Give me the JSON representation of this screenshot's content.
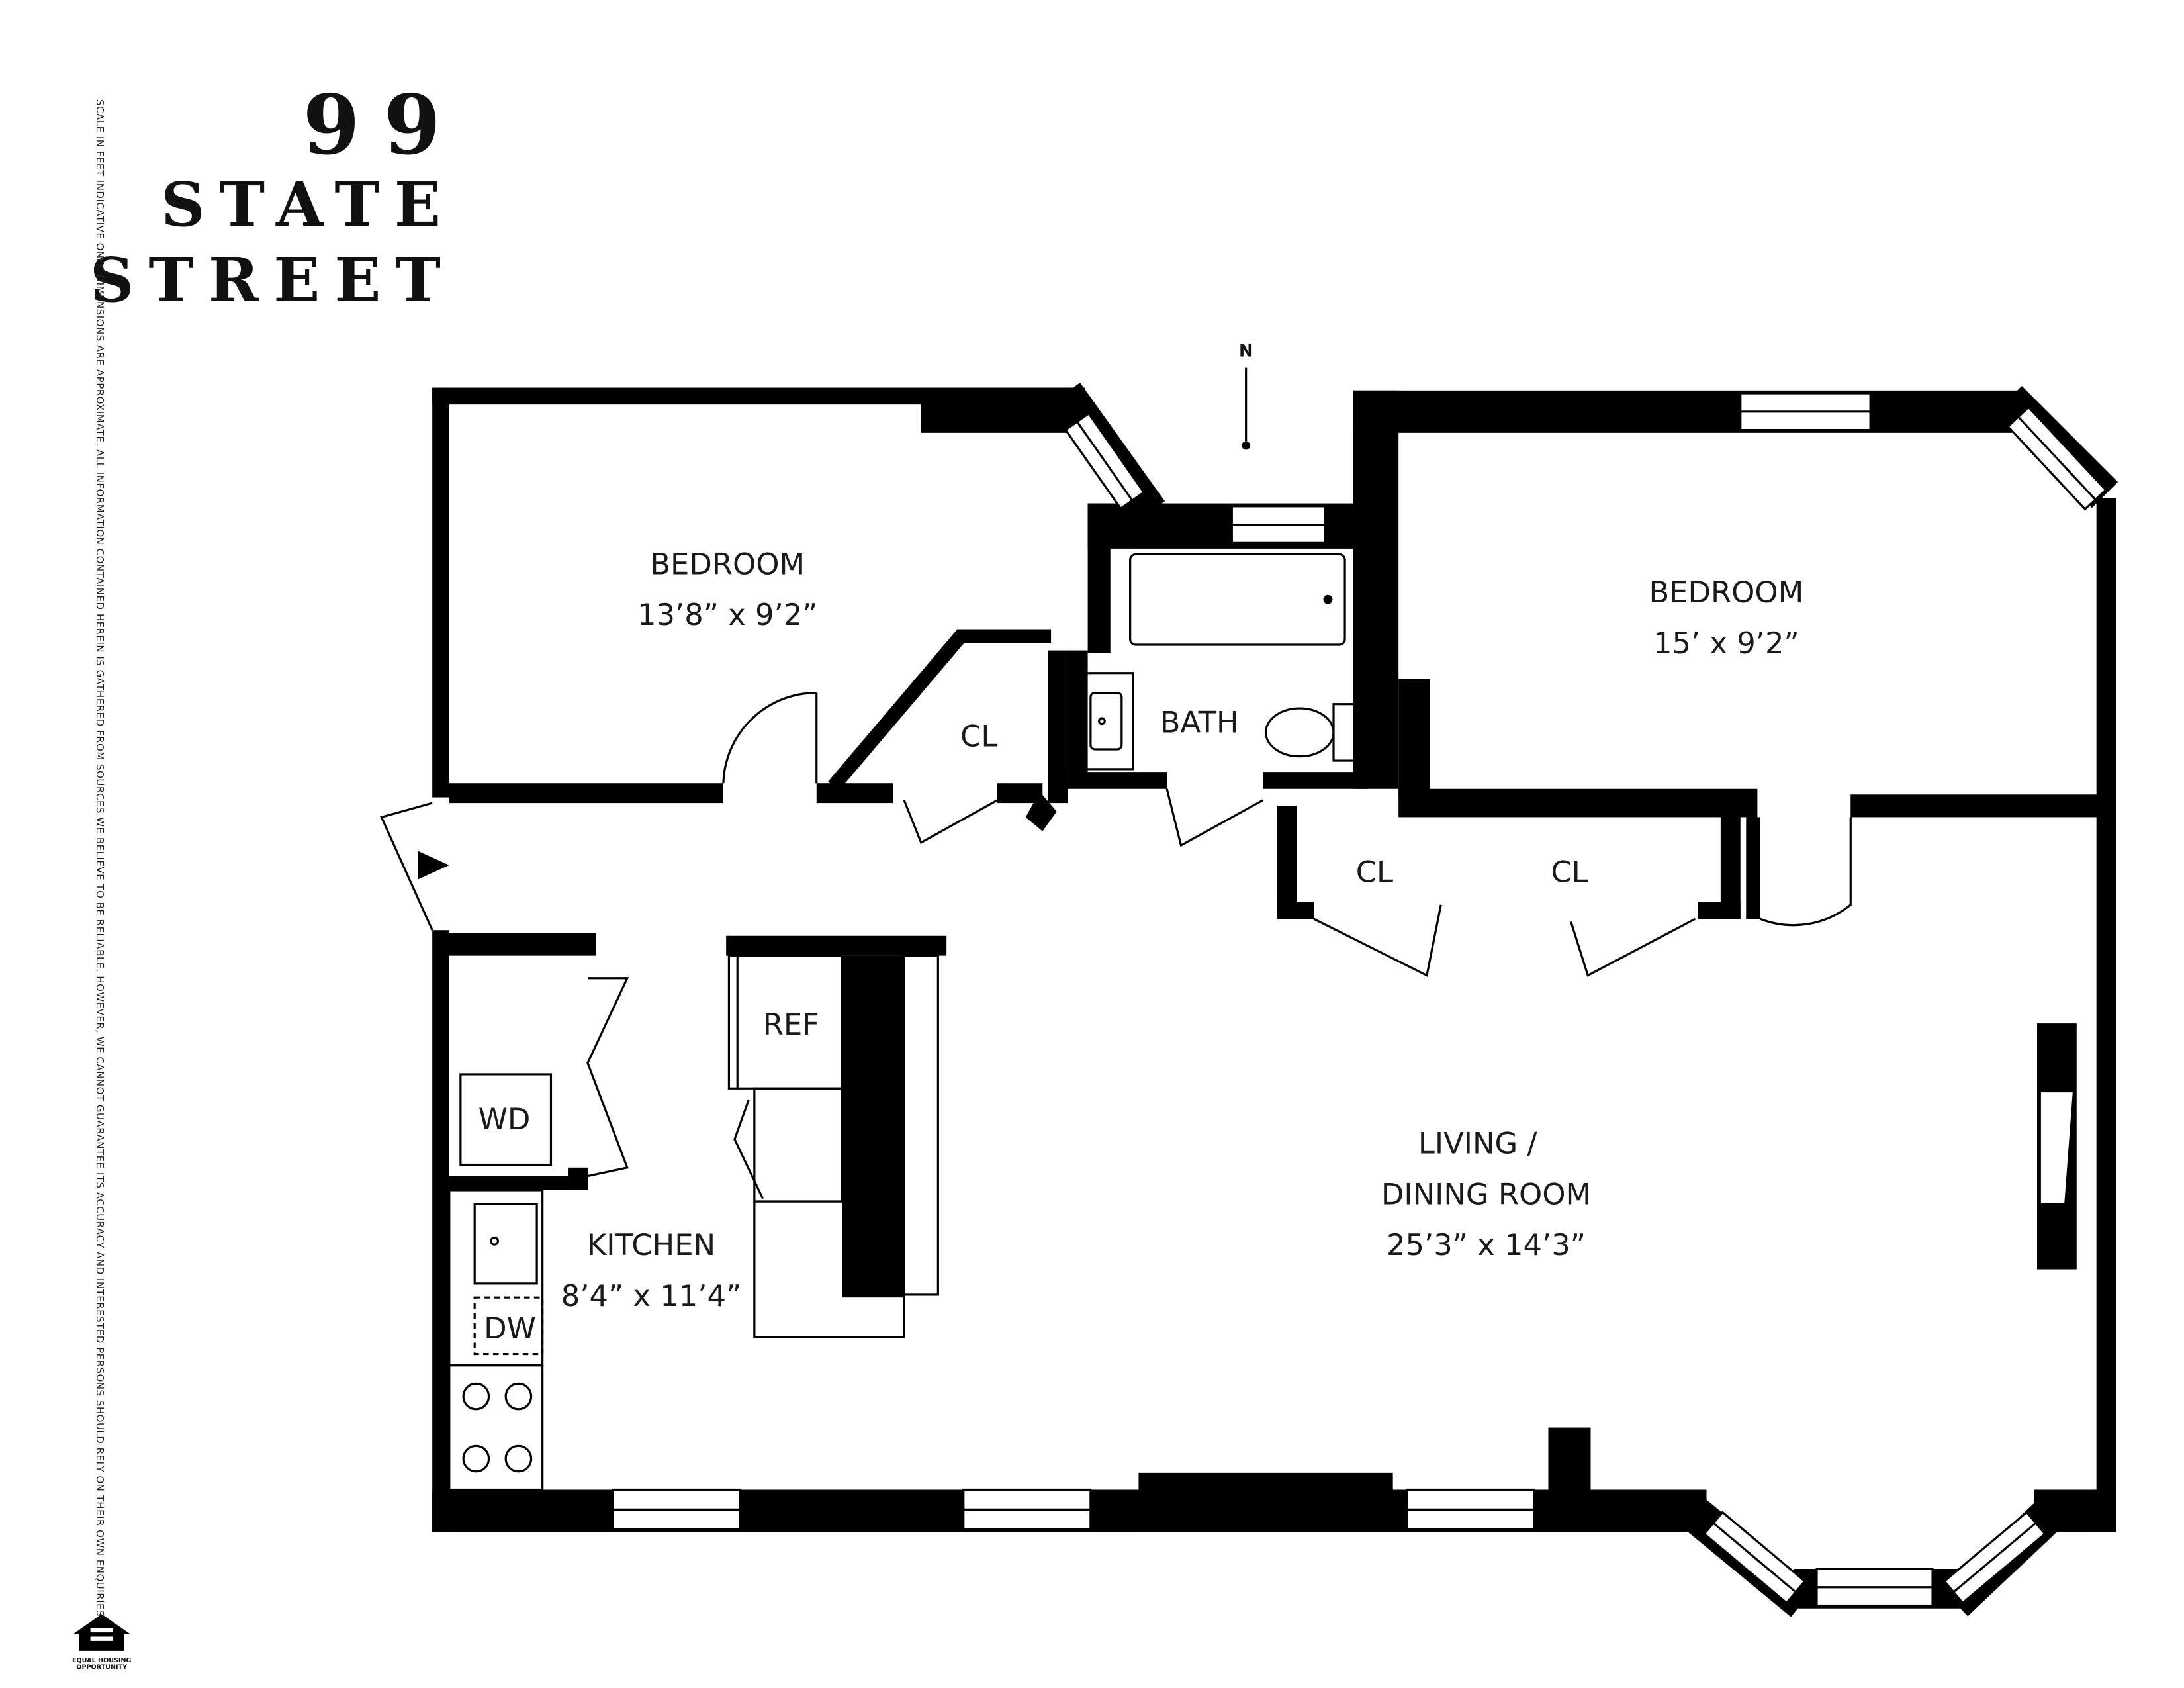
{
  "property": {
    "number": "99",
    "line1": "STATE",
    "line2": "STREET"
  },
  "disclaimer": "SCALE IN FEET INDICATIVE ONLY. DIMENSIONS ARE APPROXIMATE. ALL INFORMATION CONTAINED HEREIN IS GATHERED FROM SOURCES WE BELIEVE TO BE RELIABLE. HOWEVER, WE CANNOT GUARANTEE ITS ACCURACY AND INTERESTED PERSONS SHOULD RELY ON THEIR OWN ENQUIRIES",
  "north_label": "N",
  "rooms": {
    "bedroom_west": {
      "name": "BEDROOM",
      "size": "13’8” x 9’2”"
    },
    "bedroom_east": {
      "name": "BEDROOM",
      "size": "15’ x 9’2”"
    },
    "bath": {
      "name": "BATH"
    },
    "closet_hall": {
      "name": "CL"
    },
    "closet_living_1": {
      "name": "CL"
    },
    "closet_living_2": {
      "name": "CL"
    },
    "kitchen": {
      "name": "KITCHEN",
      "size": "8’4” x 11’4”"
    },
    "living": {
      "name_line1": "LIVING /",
      "name_line2": "DINING ROOM",
      "size": "25’3” x 14’3”"
    }
  },
  "appliances": {
    "refrigerator": "REF",
    "washer_dryer": "WD",
    "dishwasher": "DW"
  },
  "logo": {
    "line1": "EQUAL HOUSING",
    "line2": "OPPORTUNITY"
  }
}
